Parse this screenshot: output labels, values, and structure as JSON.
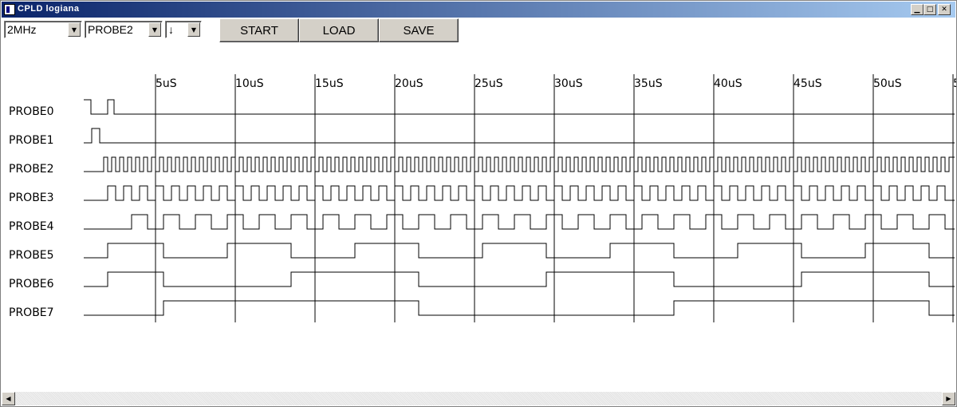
{
  "window": {
    "title": "CPLD logiana"
  },
  "toolbar": {
    "clock_select": {
      "value": "2MHz"
    },
    "trigger_probe_select": {
      "value": "PROBE2"
    },
    "trigger_edge_select": {
      "value": "↓"
    },
    "start_label": "START",
    "load_label": "LOAD",
    "save_label": "SAVE"
  },
  "timeline": {
    "ticks": [
      "5uS",
      "10uS",
      "15uS",
      "20uS",
      "25uS",
      "30uS",
      "35uS",
      "40uS",
      "45uS",
      "50uS",
      "5"
    ]
  },
  "probes": [
    {
      "name": "PROBE0",
      "edges": [
        {
          "t": 0.0,
          "v": 1
        },
        {
          "t": 0.45,
          "v": 0
        },
        {
          "t": 1.5,
          "v": 1
        },
        {
          "t": 1.9,
          "v": 0
        }
      ]
    },
    {
      "name": "PROBE1",
      "edges": [
        {
          "t": 0.0,
          "v": 0
        },
        {
          "t": 0.5,
          "v": 1
        },
        {
          "t": 1.0,
          "v": 0
        }
      ]
    },
    {
      "name": "PROBE2",
      "pattern": "clock",
      "start": 1.25,
      "period": 0.5,
      "end": 54.5
    },
    {
      "name": "PROBE3",
      "pattern": "clock",
      "start": 1.5,
      "period": 1.0,
      "end": 54.5
    },
    {
      "name": "PROBE4",
      "pattern": "clock",
      "start": 3.0,
      "period": 2.0,
      "end": 54.5
    },
    {
      "name": "PROBE5",
      "edges": [
        {
          "t": 0.0,
          "v": 0
        },
        {
          "t": 1.5,
          "v": 1
        },
        {
          "t": 5.0,
          "v": 0
        },
        {
          "t": 9.0,
          "v": 1
        },
        {
          "t": 13.0,
          "v": 0
        },
        {
          "t": 17.0,
          "v": 1
        },
        {
          "t": 21.0,
          "v": 0
        },
        {
          "t": 25.0,
          "v": 1
        },
        {
          "t": 29.0,
          "v": 0
        },
        {
          "t": 33.0,
          "v": 1
        },
        {
          "t": 37.0,
          "v": 0
        },
        {
          "t": 41.0,
          "v": 1
        },
        {
          "t": 45.0,
          "v": 0
        },
        {
          "t": 49.0,
          "v": 1
        },
        {
          "t": 53.0,
          "v": 0
        }
      ]
    },
    {
      "name": "PROBE6",
      "edges": [
        {
          "t": 0.0,
          "v": 0
        },
        {
          "t": 1.5,
          "v": 1
        },
        {
          "t": 5.0,
          "v": 0
        },
        {
          "t": 13.0,
          "v": 1
        },
        {
          "t": 21.0,
          "v": 0
        },
        {
          "t": 29.0,
          "v": 1
        },
        {
          "t": 37.0,
          "v": 0
        },
        {
          "t": 45.0,
          "v": 1
        },
        {
          "t": 53.0,
          "v": 0
        }
      ]
    },
    {
      "name": "PROBE7",
      "edges": [
        {
          "t": 0.0,
          "v": 0
        },
        {
          "t": 5.0,
          "v": 1
        },
        {
          "t": 21.0,
          "v": 0
        },
        {
          "t": 37.0,
          "v": 1
        },
        {
          "t": 53.0,
          "v": 0
        }
      ]
    }
  ]
}
